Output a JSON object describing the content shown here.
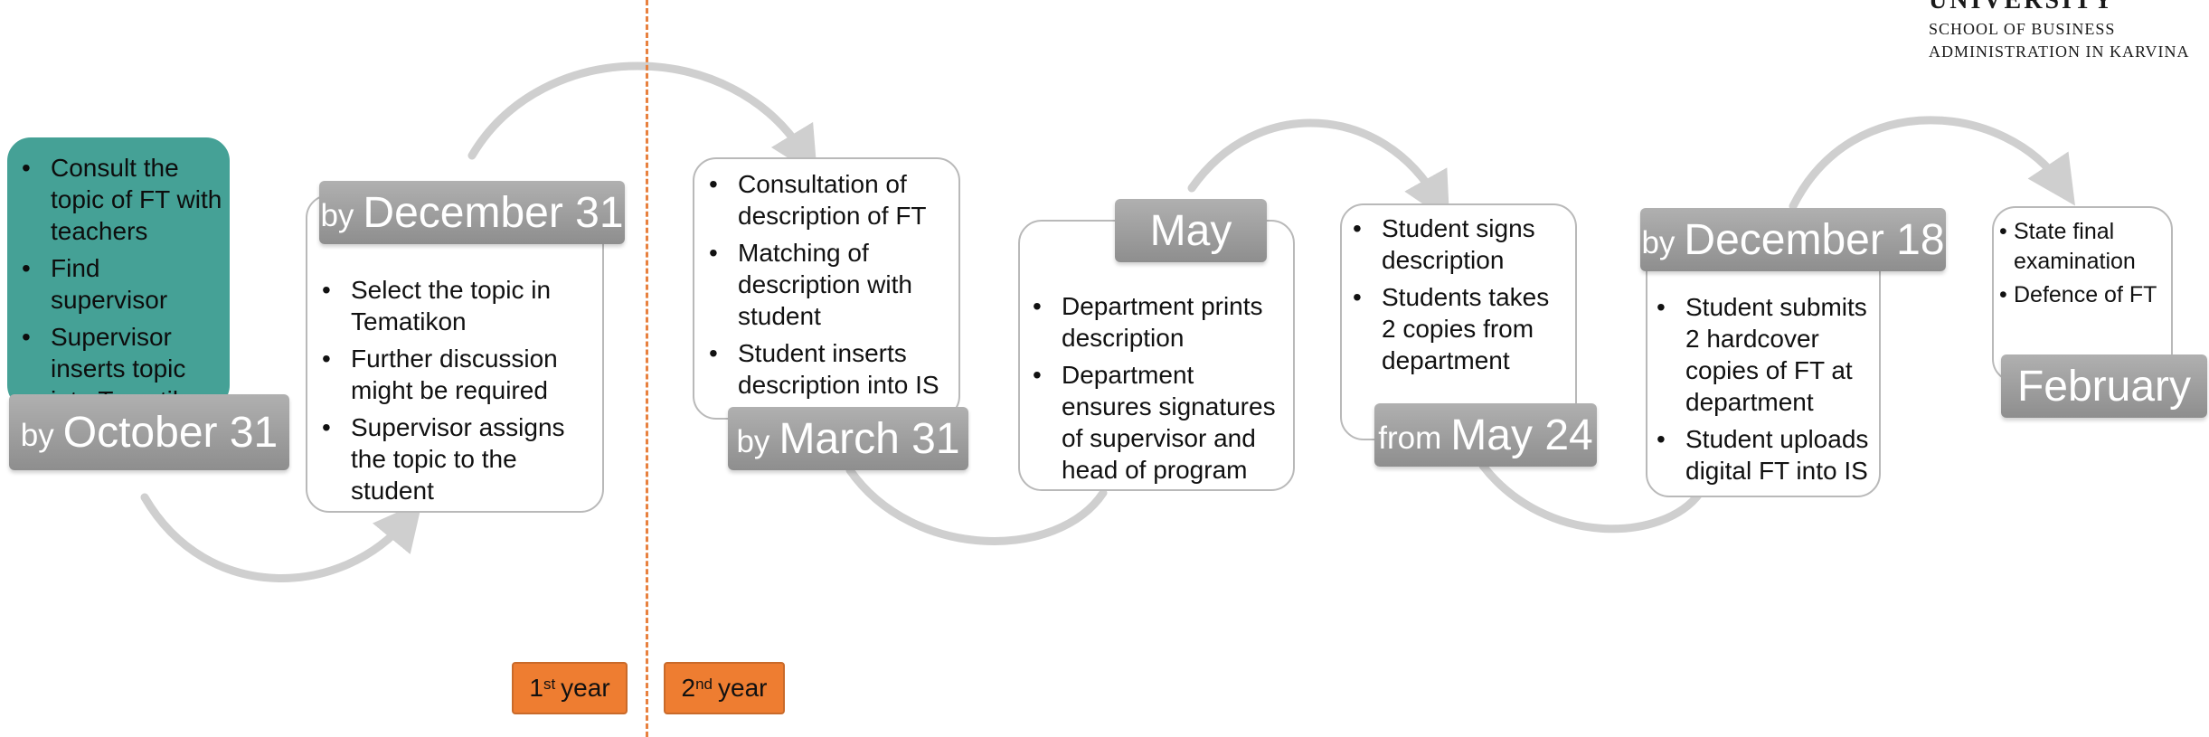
{
  "logo": {
    "university": "UNIVERSITY",
    "line1": "SCHOOL OF BUSINESS",
    "line2": "ADMINISTRATION IN KARVINA"
  },
  "steps": [
    {
      "items": [
        "Consult the topic of FT with teachers",
        "Find supervisor",
        "Supervisor inserts topic into Tematikon"
      ],
      "date_prefix": "by",
      "date": "October 31"
    },
    {
      "items": [
        "Select the topic in Tematikon",
        "Further discussion might be required",
        "Supervisor assigns the topic to the student"
      ],
      "date_prefix": "by",
      "date": "December 31"
    },
    {
      "items": [
        "Consultation of description of FT",
        "Matching of description with student",
        "Student inserts description into IS"
      ],
      "date_prefix": "by",
      "date": "March 31"
    },
    {
      "items": [
        "Department prints description",
        "Department ensures signatures of supervisor and head of program"
      ],
      "date_prefix": "",
      "date": "May"
    },
    {
      "items": [
        "Student signs description",
        "Students takes 2 copies from department"
      ],
      "date_prefix": "from",
      "date": "May 24"
    },
    {
      "items": [
        "Student submits 2 hardcover copies of FT at department",
        "Student uploads digital FT into IS"
      ],
      "date_prefix": "by",
      "date": "December 18"
    },
    {
      "items": [
        "State final examination",
        "Defence of FT"
      ],
      "date_prefix": "",
      "date": "February"
    }
  ],
  "years": [
    {
      "num": "1",
      "suffix": "st",
      "word": "year"
    },
    {
      "num": "2",
      "suffix": "nd",
      "word": "year"
    }
  ],
  "colors": {
    "teal": "#45a196",
    "date_gray": "#9e9e9e",
    "year_orange": "#ee7d31",
    "divider": "#e8813f",
    "arrow": "#cfcfcf"
  }
}
